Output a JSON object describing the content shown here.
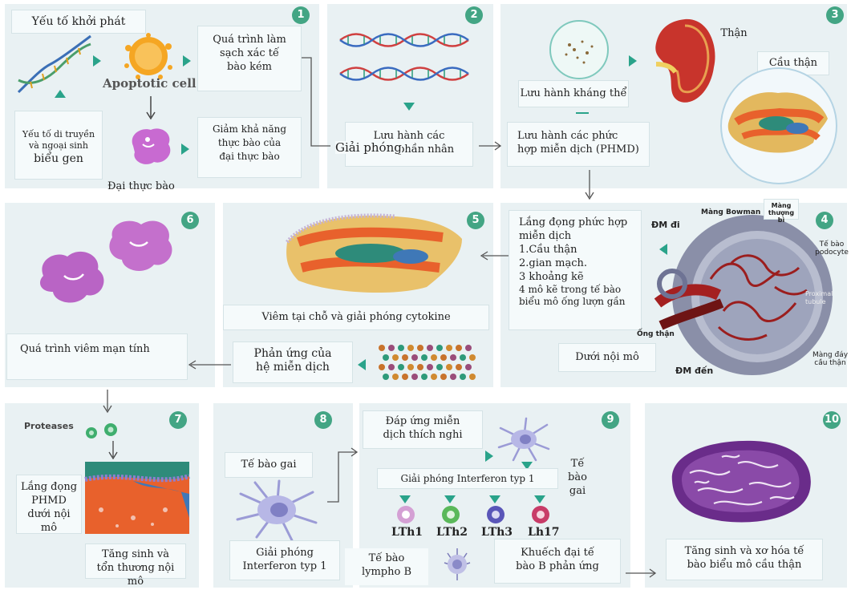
{
  "panels": {
    "p1": {
      "num": "1",
      "trigger": "Yếu tố khởi phát",
      "apoptotic": "Apoptotic cell",
      "genetic_line1": "Yếu tố di truyền",
      "genetic_line2": "và ngoại sinh",
      "genetic_line3": "biểu gen",
      "macrophage": "Đại thực bào",
      "clearance": "Quá trình làm sạch xác tế bào kém",
      "phagocytosis": "Giảm khả năng thực bào của đại thực bào"
    },
    "p2": {
      "num": "2",
      "release": "Giải phóng",
      "circulation": "Lưu hành các thành phần nhân"
    },
    "p3": {
      "num": "3",
      "kidney": "Thận",
      "glomerulus": "Cầu thận",
      "antibody": "Lưu hành kháng thể",
      "complex": "Lưu hành các phức hợp miễn dịch (PHMD)"
    },
    "p4": {
      "num": "4",
      "deposit_title": "Lắng đọng phức hợp miễn dịch",
      "deposit_items": [
        "1.Cầu thận",
        "2.gian mạch.",
        "3 khoảng kẽ",
        "4 mô kẽ trong tế bào biểu mô ống lượn gần"
      ],
      "subendo": "Dưới nội mô",
      "efferent": "ĐM đi",
      "bowman": "Màng Bowman",
      "basement": "Màng thượng bì",
      "podocyte": "Tế bào podocyte",
      "proximal": "Proximal tubule",
      "tubule": "Ống thận",
      "gbm": "Màng đáy cầu thận",
      "afferent": "ĐM đến"
    },
    "p5": {
      "num": "5",
      "inflammation": "Viêm tại chỗ và giải phóng cytokine",
      "immune": "Phản ứng của hệ miễn dịch"
    },
    "p6": {
      "num": "6",
      "chronic": "Quá trình viêm mạn tính"
    },
    "p7": {
      "num": "7",
      "proteases": "Proteases",
      "deposit": "Lắng đọng PHMD dưới nội mô",
      "proliferation": "Tăng sinh và tổn thương nội mô"
    },
    "p8": {
      "num": "8",
      "dendritic": "Tế bào gai",
      "ifn_release": "Giải phóng Interferon typ 1",
      "lymphoB": "Tế bào lympho B"
    },
    "p9": {
      "num": "9",
      "adaptive": "Đáp ứng miễn dịch thích nghi",
      "dendritic": "Tế bào gai",
      "ifn_release": "Giải phóng Interferon typ 1",
      "cells": [
        "LTh1",
        "LTh2",
        "LTh3",
        "Lh17"
      ],
      "amplify": "Khuếch đại tế bào B phản ứng"
    },
    "p10": {
      "num": "10",
      "fibrosis": "Tăng sinh và xơ hóa tế bào biểu mô cầu thận"
    }
  },
  "colors": {
    "panel_bg": "#e9f1f3",
    "badge": "#43a584",
    "arrow": "#2aa38a"
  }
}
